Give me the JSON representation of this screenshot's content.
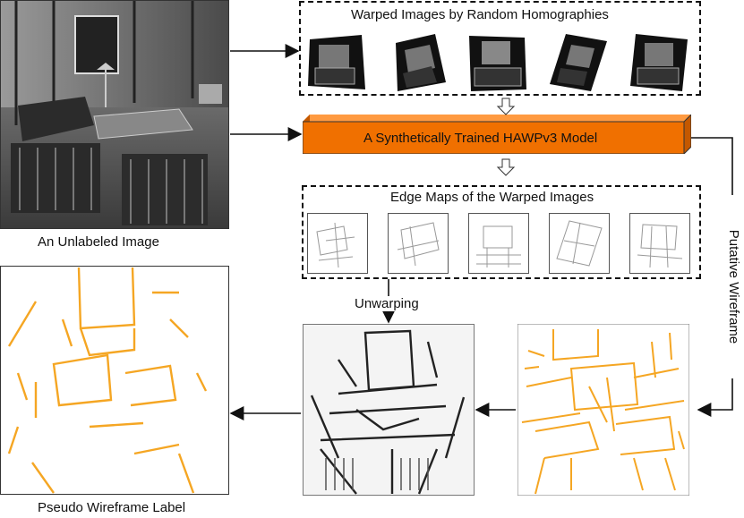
{
  "labels": {
    "unlabeled_image": "An Unlabeled Image",
    "warped_title": "Warped Images by Random Homographies",
    "model": "A Synthetically Trained HAWPv3 Model",
    "edge_title": "Edge Maps of the Warped Images",
    "unwarping": "Unwarping",
    "putative": "Putative Wireframe",
    "pseudo": "Pseudo Wireframe Label"
  },
  "colors": {
    "model_fill": "#f07000",
    "model_side": "#c45800",
    "wireframe": "#f5a623",
    "arrow": "#111111"
  }
}
